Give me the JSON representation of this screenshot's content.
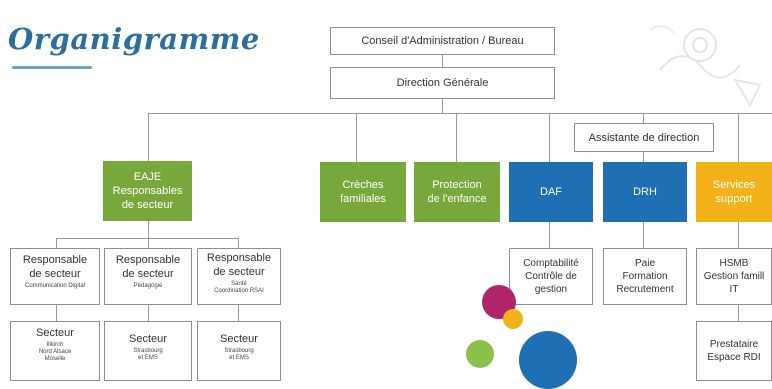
{
  "title": "Organigramme",
  "top_boxes": {
    "board": "Conseil d'Administration / Bureau",
    "direction": "Direction Générale",
    "assistant": "Assistante de direction"
  },
  "departments": {
    "eaje": "EAJE\nResponsables\nde secteur",
    "creches": "Crèches\nfamiliales",
    "protection": "Protection\nde l'enfance",
    "daf": "DAF",
    "drh": "DRH",
    "services": "Services\nsupport"
  },
  "details": {
    "daf": "Comptabilité\nContrôle de\ngestion",
    "drh": "Paie\nFormation\nRecrutement",
    "services": "HSMB\nGestion famill\nIT",
    "prestataire": "Prestataire\nEspace RDI"
  },
  "responsables": [
    {
      "title": "Responsable\nde secteur",
      "detail": "Communication Digital"
    },
    {
      "title": "Responsable\nde secteur",
      "detail": "Pédagogie"
    },
    {
      "title": "Responsable\nde secteur",
      "detail": "Santé\nCoordination RSAI"
    }
  ],
  "secteurs": [
    {
      "title": "Secteur",
      "detail": "Illkirch\nNord Alsace\nMoselle"
    },
    {
      "title": "Secteur",
      "detail": "Strasbourg\net EMS"
    },
    {
      "title": "Secteur",
      "detail": "Strasbourg\net EMS"
    }
  ],
  "colors": {
    "title": "#2c6e9f",
    "green": "#78a83c",
    "blue": "#1f6fb5",
    "orange": "#f2b118",
    "circle_magenta": "#b0246a",
    "circle_yellow": "#f2b118",
    "circle_green": "#8cc04a",
    "circle_blue": "#1f6fb5"
  }
}
